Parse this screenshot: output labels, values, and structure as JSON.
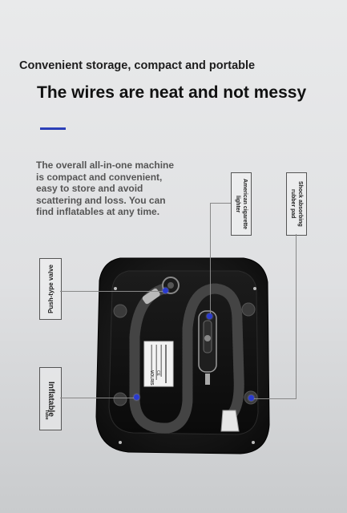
{
  "tagline": "Convenient storage, compact and portable",
  "headline": "The wires are neat and not messy",
  "description_lines": [
    "The overall all-in-one machine",
    "is compact and convenient,",
    "easy to store and avoid",
    "scattering and loss. You can",
    "find inflatables at any time."
  ],
  "callouts": {
    "cigarette_lighter": [
      "American cigarette",
      "lighter"
    ],
    "rubber_pad": [
      "Shock absorbing",
      "rubber pad"
    ],
    "push_valve": "Push-type valve",
    "inflatable_tube": {
      "main": "Inflatable",
      "small": "Tube"
    }
  },
  "colors": {
    "accent": "#2b3fb8",
    "marker": "#2a3bd0",
    "device": "#151515"
  },
  "product_label": {
    "brand": "VOLRIS",
    "cert": "CE"
  }
}
